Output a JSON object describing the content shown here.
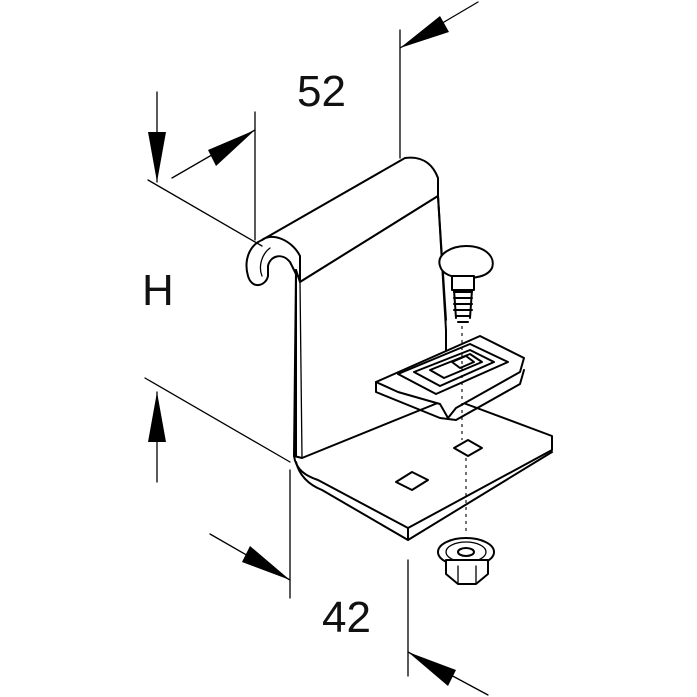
{
  "dimensions": {
    "top_width": "52",
    "height": "H",
    "bottom_width": "42"
  },
  "colors": {
    "line": "#000000",
    "background": "#ffffff"
  }
}
